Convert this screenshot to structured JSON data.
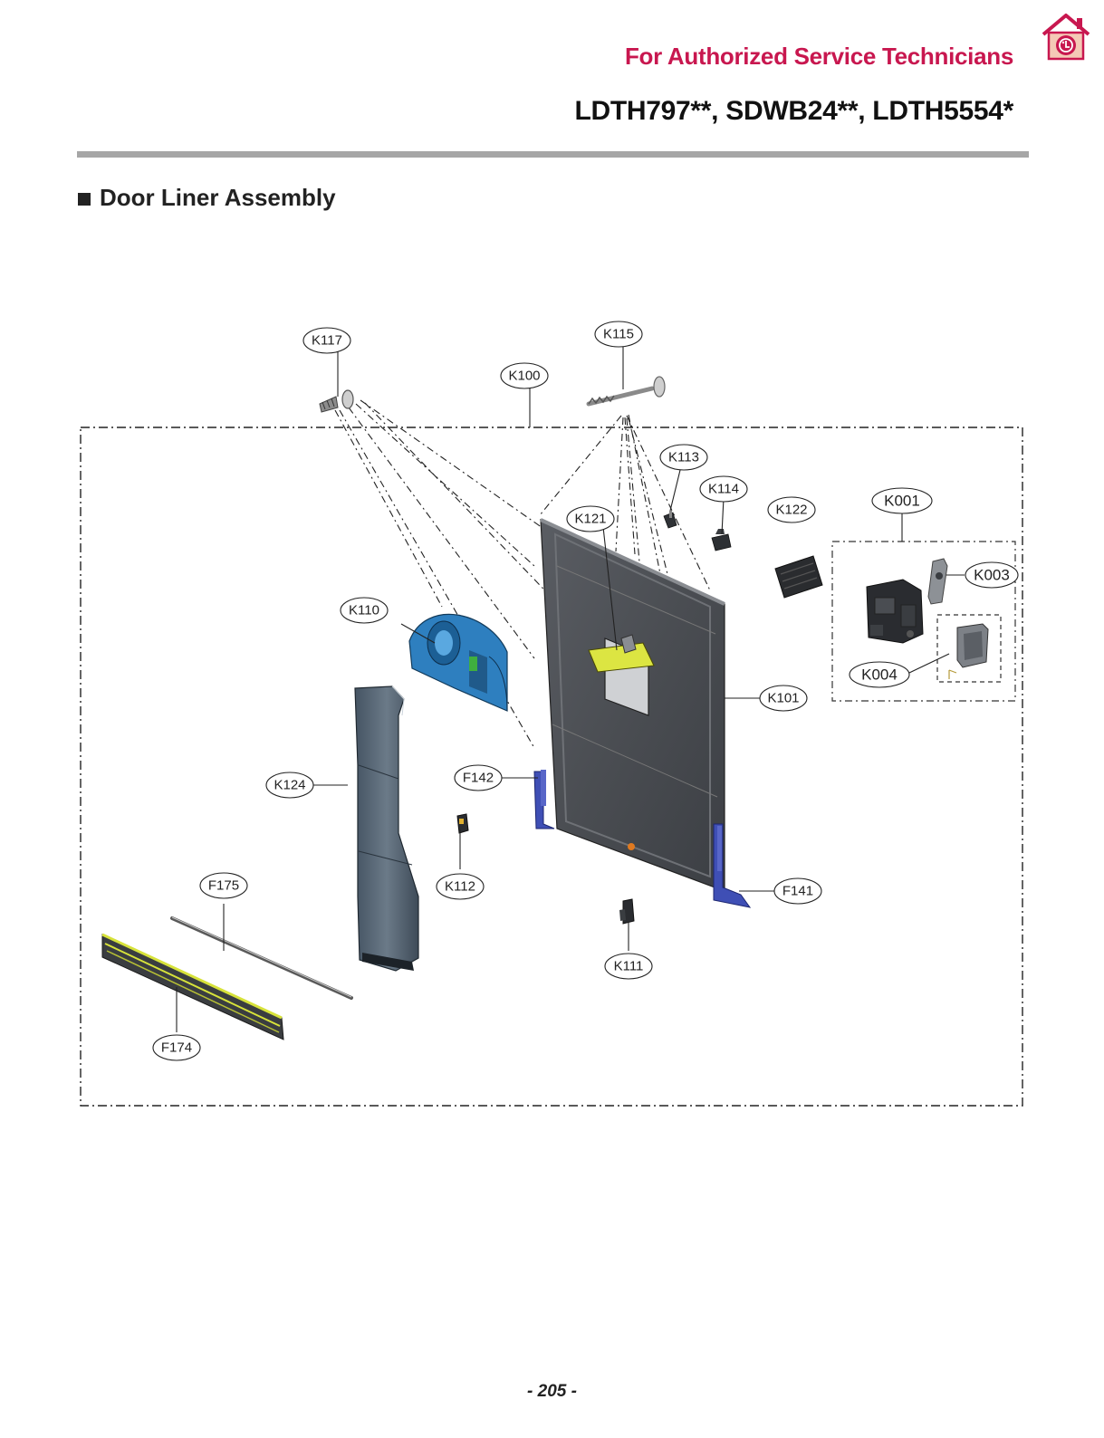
{
  "header": {
    "authorized_text": "For Authorized Service Technicians",
    "models": "LDTH797**, SDWB24**, LDTH5554*"
  },
  "logo": {
    "icon": "lg-house-logo-icon",
    "color": "#c8174f"
  },
  "section": {
    "title": "Door Liner Assembly"
  },
  "labels": {
    "k117": "K117",
    "k115": "K115",
    "k100": "K100",
    "k113": "K113",
    "k114": "K114",
    "k122": "K122",
    "k001": "K001",
    "k121": "K121",
    "k003": "K003",
    "k110": "K110",
    "k004": "K004",
    "k101": "K101",
    "k124": "K124",
    "f142": "F142",
    "f175": "F175",
    "k112": "K112",
    "f141": "F141",
    "k111": "K111",
    "f174": "F174"
  },
  "footer": {
    "page_number": "- 205 -"
  }
}
